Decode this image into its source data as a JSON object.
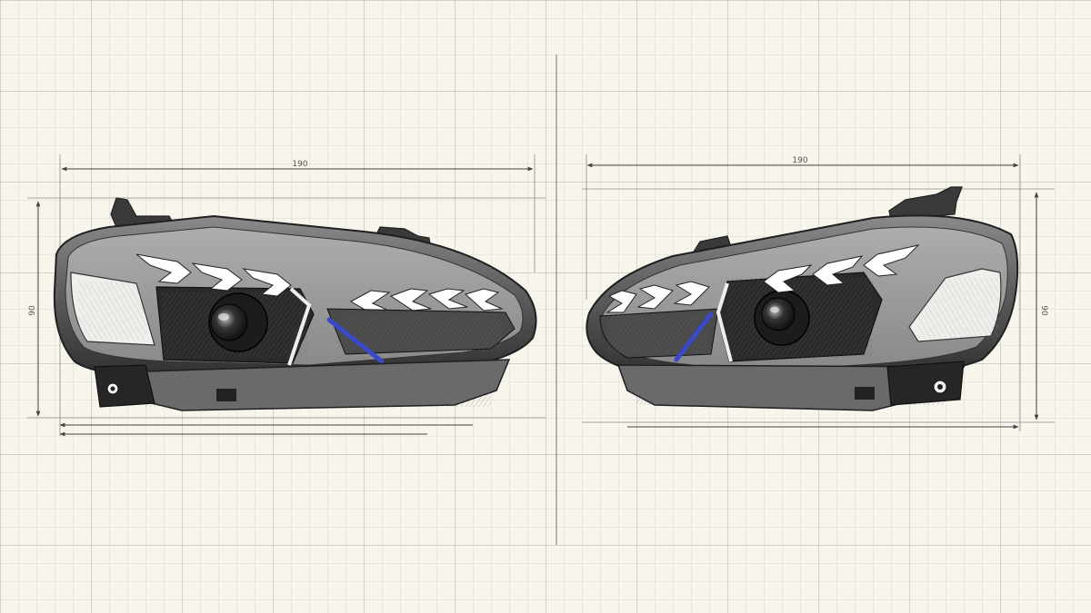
{
  "drawing": {
    "left_view": {
      "width_label": "190",
      "height_label": "90",
      "accent_color": "#3a49c9"
    },
    "right_view": {
      "width_label": "190",
      "height_label": "90",
      "accent_color": "#3a49c9"
    },
    "ink_color": "#2a2a2a"
  }
}
